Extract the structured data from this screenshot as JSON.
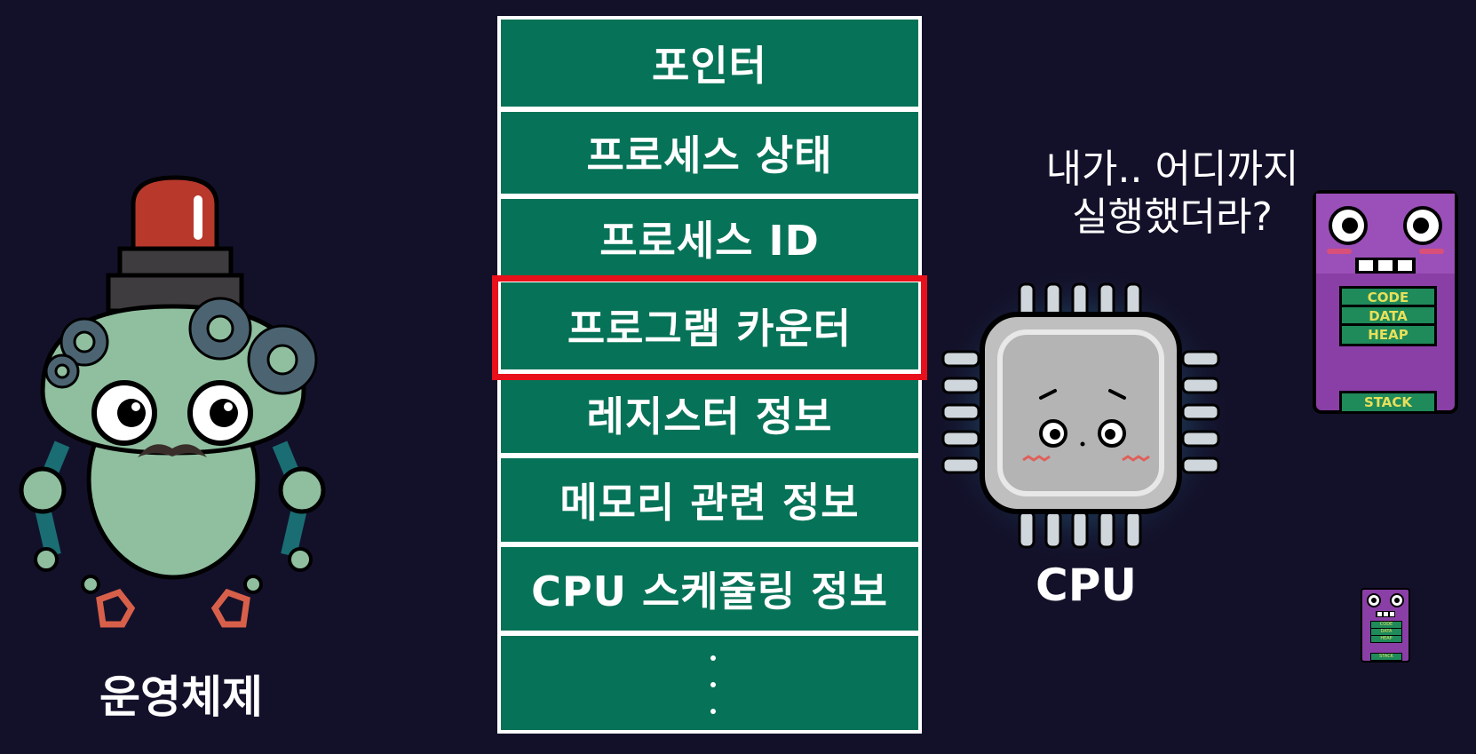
{
  "os": {
    "label": "운영체제"
  },
  "pcb": {
    "rows": [
      "포인터",
      "프로세스 상태",
      "프로세스 ID",
      "프로그램 카운터",
      "레지스터 정보",
      "메모리 관련 정보",
      "CPU 스케줄링 정보"
    ],
    "highlighted_row": "프로그램 카운터"
  },
  "cpu": {
    "label": "CPU",
    "speech_line1": "내가.. 어디까지",
    "speech_line2": "실행했더라?"
  },
  "process": {
    "segments": [
      "CODE",
      "DATA",
      "HEAP"
    ],
    "stack_label": "STACK"
  },
  "colors": {
    "background": "#13112a",
    "pcb_row": "#067257",
    "highlight": "#e8101a",
    "process_purple": "#8a3fa6",
    "segment_green": "#1f8a5a",
    "segment_text": "#e8e05a"
  }
}
